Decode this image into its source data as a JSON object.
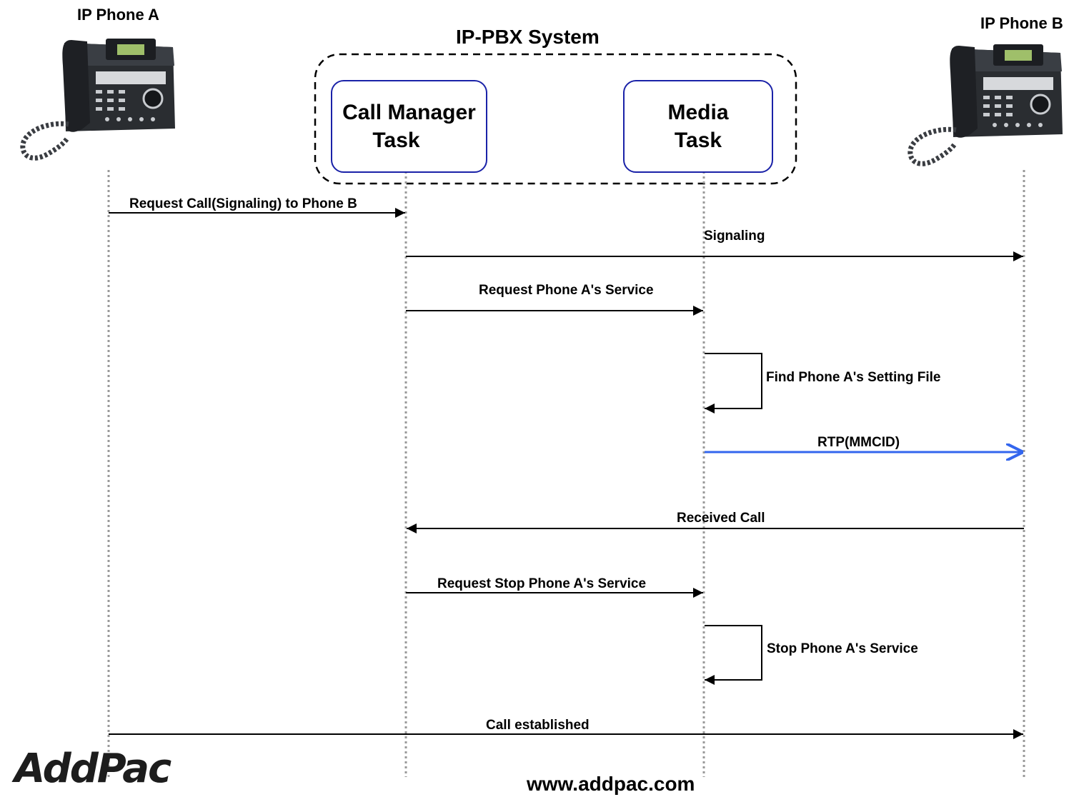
{
  "participants": {
    "phone_a": "IP Phone A",
    "phone_b": "IP Phone B",
    "system": "IP-PBX System",
    "call_manager": [
      "Call Manager",
      "Task"
    ],
    "media": [
      "Media",
      "Task"
    ]
  },
  "messages": [
    {
      "from": "phone_a",
      "to": "call_manager",
      "label": "Request Call(Signaling) to Phone B"
    },
    {
      "from": "call_manager",
      "to": "phone_b",
      "label": "Signaling"
    },
    {
      "from": "call_manager",
      "to": "media",
      "label": "Request Phone A's Service"
    },
    {
      "from": "media",
      "to": "media",
      "label": "Find Phone A's Setting File"
    },
    {
      "from": "media",
      "to": "phone_b",
      "label": "RTP(MMCID)",
      "color": "#3366ee"
    },
    {
      "from": "phone_b",
      "to": "call_manager",
      "label": "Received Call"
    },
    {
      "from": "call_manager",
      "to": "media",
      "label": "Request Stop Phone A's Service"
    },
    {
      "from": "media",
      "to": "media",
      "label": "Stop Phone A's Service"
    },
    {
      "from": "phone_a",
      "to": "phone_b",
      "label": "Call established"
    }
  ],
  "footer": {
    "logo": "AddPac",
    "url": "www.addpac.com"
  },
  "colors": {
    "task_border": "#1a22a8",
    "rtp_arrow": "#3366ee",
    "lifeline": "#999999"
  },
  "icons": [
    "ip-phone-icon"
  ]
}
